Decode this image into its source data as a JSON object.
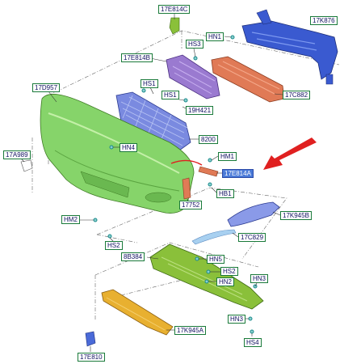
{
  "colors": {
    "bumper_cover": "#86d46a",
    "grille": "#7a8ae0",
    "upper_grille": "#9a7ad0",
    "radiator_support": "#3a5ad0",
    "absorber": "#e07a56",
    "air_deflector": "#8ac03a",
    "skid_plate": "#e8b030",
    "fog_bezel": "#8a9ae8",
    "trim_ring": "#a8d0f0",
    "highlight_arrow": "#e02020",
    "label_border": "#1a7a3a",
    "label_text": "#101060",
    "label_highlight": "#4a7ad8"
  },
  "labels": {
    "l_17e814c": "17E814C",
    "l_17k876": "17K876",
    "l_hs3": "HS3",
    "l_hn1": "HN1",
    "l_17e814b": "17E814B",
    "l_17d957": "17D957",
    "l_hs1_a": "HS1",
    "l_hs1_b": "HS1",
    "l_19h421": "19H421",
    "l_17c882": "17C882",
    "l_hn4": "HN4",
    "l_8200": "8200",
    "l_17a989": "17A989",
    "l_hm1": "HM1",
    "l_17e814a": "17E814A",
    "l_hb1": "HB1",
    "l_17752": "17752",
    "l_17k945b": "17K945B",
    "l_hm2": "HM2",
    "l_17c829": "17C829",
    "l_hs2_a": "HS2",
    "l_8b384": "8B384",
    "l_hn5": "HN5",
    "l_hs2_b": "HS2",
    "l_hn2": "HN2",
    "l_hn3_a": "HN3",
    "l_hn3_b": "HN3",
    "l_17k945a": "17K945A",
    "l_hs4": "HS4",
    "l_17e810": "17E810"
  }
}
